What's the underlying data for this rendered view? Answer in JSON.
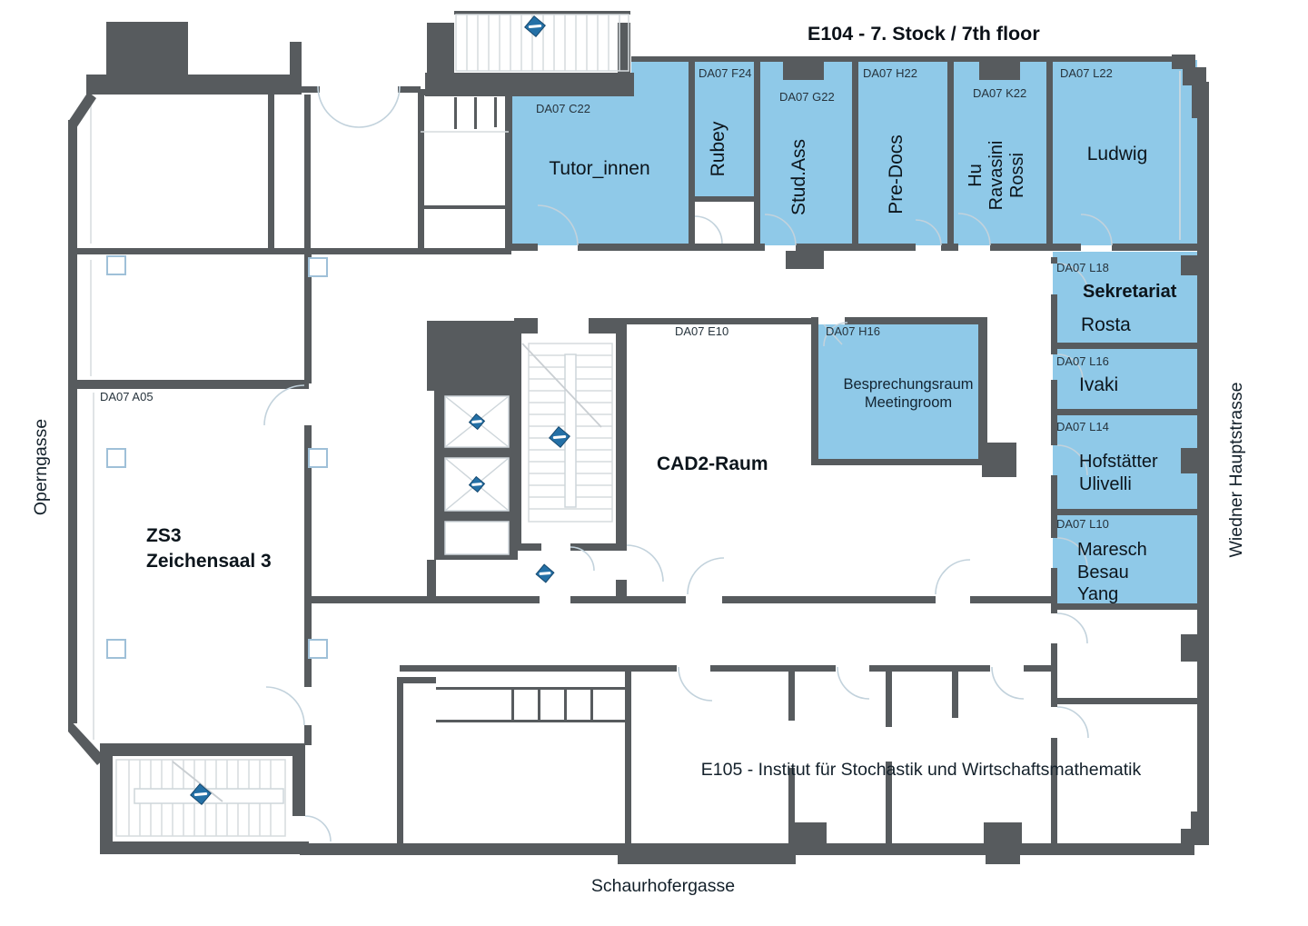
{
  "title": "E104 - 7. Stock / 7th floor",
  "institute_label": "E105 - Institut für Stochastik und Wirtschaftsmathematik",
  "streets": {
    "left": "Operngasse",
    "bottom": "Schaurhofergasse",
    "right": "Wiedner Hauptstrasse"
  },
  "colors": {
    "highlight": "#8fc9e8",
    "wall": "#575b5e",
    "door_arc": "#c2d2dc",
    "marker_blue": "#2470a6"
  },
  "rooms": {
    "tutor_innen": {
      "code": "DA07 C22",
      "name": "Tutor_innen"
    },
    "rubey": {
      "code": "DA07 F24",
      "name": "Rubey"
    },
    "stud_ass": {
      "code": "DA07 G22",
      "name": "Stud.Ass"
    },
    "pre_docs": {
      "code": "DA07 H22",
      "name": "Pre-Docs"
    },
    "hu_ravasini_rossi": {
      "code": "DA07 K22",
      "lines": [
        "Hu",
        "Ravasini",
        "Rossi"
      ]
    },
    "ludwig": {
      "code": "DA07 L22",
      "name": "Ludwig"
    },
    "sekretariat": {
      "code": "DA07 L18",
      "title": "Sekretariat",
      "name": "Rosta"
    },
    "ivaki": {
      "code": "DA07 L16",
      "name": "Ivaki"
    },
    "hofstaetter_ulivelli": {
      "code": "DA07 L14",
      "lines": [
        "Hofstätter",
        "Ulivelli"
      ]
    },
    "maresch_besau_yang": {
      "code": "DA07 L10",
      "lines": [
        "Maresch",
        "Besau",
        "Yang"
      ]
    },
    "meetingroom": {
      "code": "DA07 H16",
      "lines": [
        "Besprechungsraum",
        "Meetingroom"
      ]
    },
    "cad2": {
      "code": "DA07 E10",
      "name": "CAD2-Raum"
    },
    "zs3": {
      "code": "DA07 A05",
      "lines": [
        "ZS3",
        "Zeichensaal 3"
      ]
    }
  }
}
